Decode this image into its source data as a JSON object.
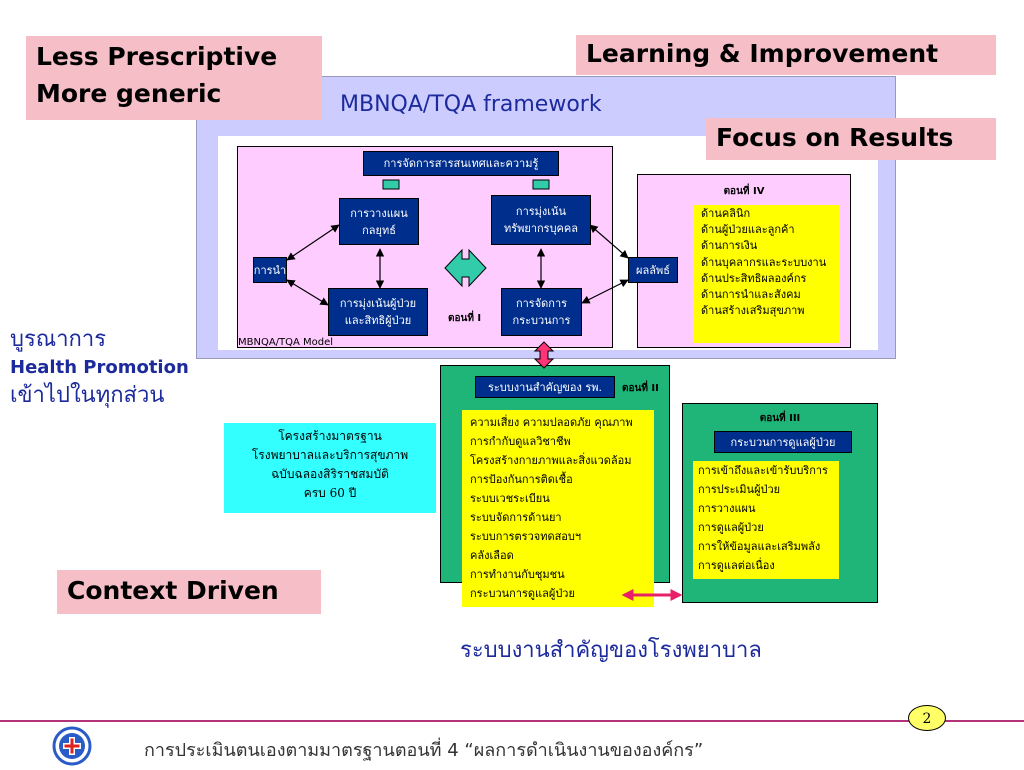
{
  "callouts": {
    "less_prescriptive": "Less Prescriptive",
    "more_generic": "More generic",
    "learning": "Learning & Improvement",
    "focus": "Focus on Results",
    "context": "Context Driven"
  },
  "framework_title": "MBNQA/TQA framework",
  "model_label": "MBNQA/TQA Model",
  "part1": {
    "label": "ตอนที่ I",
    "info_mgmt": "การจัดการสารสนเทศและความรู้",
    "planning": [
      "การวางแผน",
      "กลยุทธ์"
    ],
    "hr": [
      "การมุ่งเน้น",
      "ทรัพยากรบุคคล"
    ],
    "leadership": "การนำ",
    "patient_focus": [
      "การมุ่งเน้นผู้ป่วย",
      "และสิทธิผู้ป่วย"
    ],
    "process_mgmt": [
      "การจัดการ",
      "กระบวนการ"
    ],
    "results": "ผลลัพธ์"
  },
  "part4": {
    "label": "ตอนที่ IV",
    "items": [
      "ด้านคลินิก",
      "ด้านผู้ป่วยและลูกค้า",
      "ด้านการเงิน",
      "ด้านบุคลากรและระบบงาน",
      "ด้านประสิทธิผลองค์กร",
      "ด้านการนำและสังคม",
      "ด้านสร้างเสริมสุขภาพ"
    ]
  },
  "part2": {
    "label": "ตอนที่ II",
    "header": "ระบบงานสำคัญของ รพ.",
    "items": [
      "ความเสี่ยง ความปลอดภัย คุณภาพ",
      "การกำกับดูแลวิชาชีพ",
      "โครงสร้างกายภาพและสิ่งแวดล้อม",
      "การป้องกันการติดเชื้อ",
      "ระบบเวชระเบียน",
      "ระบบจัดการด้านยา",
      "ระบบการตรวจทดสอบฯ",
      "คลังเลือด",
      "การทำงานกับชุมชน",
      "กระบวนการดูแลผู้ป่วย"
    ]
  },
  "part3": {
    "label": "ตอนที่ III",
    "header": "กระบวนการดูแลผู้ป่วย",
    "items": [
      "การเข้าถึงและเข้ารับบริการ",
      "การประเมินผู้ป่วย",
      "การวางแผน",
      "การดูแลผู้ป่วย",
      "การให้ข้อมูลและเสริมพลัง",
      "การดูแลต่อเนื่อง"
    ]
  },
  "left_text": {
    "line1": "บูรณาการ",
    "line2": "Health Promotion",
    "line3": "เข้าไปในทุกส่วน"
  },
  "cyan_box": [
    "โครงสร้างมาตรฐาน",
    "โรงพยาบาลและบริการสุขภาพ",
    "ฉบับฉลองสิริราชสมบัติ",
    "ครบ 60 ปี"
  ],
  "bottom_caption": "ระบบงานสำคัญของโรงพยาบาล",
  "footer": {
    "page_number": "2",
    "text": "การประเมินตนเองตามมาตรฐานตอนที่ 4 “ผลการดำเนินงานขององค์กร”"
  },
  "colors": {
    "lavender": "#ccccff",
    "pink_panel": "#ffccff",
    "navy": "#002e8c",
    "yellow": "#ffff00",
    "green": "#1fb579",
    "cyan": "#33ffff",
    "callout_pink": "#f6bfc8",
    "footer_line": "#b3337a"
  }
}
